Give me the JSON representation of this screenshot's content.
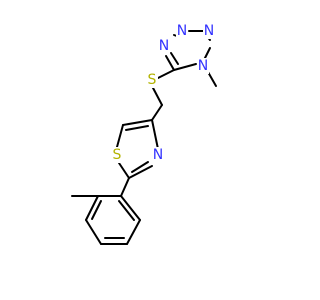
{
  "molecule": {
    "atom_labels": {
      "n_tetrazole_top_left": "N",
      "n_tetrazole_top_right": "N",
      "n_tetrazole_left": "N",
      "n_tetrazole_right": "N",
      "s_thioether": "S",
      "n_thiazole": "N",
      "s_thiazole": "S"
    },
    "colors": {
      "nitrogen": "#3333ff",
      "sulfur": "#b3b300",
      "bond": "#000000"
    }
  }
}
